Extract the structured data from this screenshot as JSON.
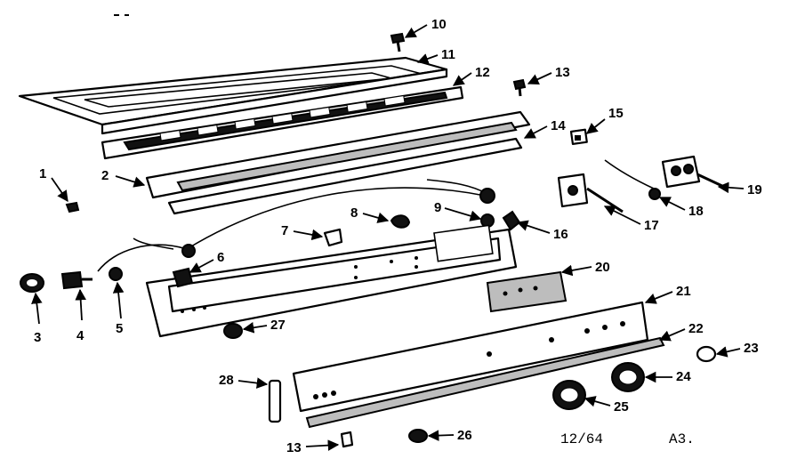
{
  "colors": {
    "line": "#000000",
    "fill_dark": "#111111",
    "fill_grey": "#bdbdbd",
    "background": "#ffffff"
  },
  "callouts": [
    "10",
    "11",
    "12",
    "13",
    "14",
    "15",
    "2",
    "1",
    "8",
    "9",
    "7",
    "16",
    "17",
    "18",
    "19",
    "6",
    "20",
    "3",
    "4",
    "5",
    "21",
    "27",
    "22",
    "23",
    "28",
    "24",
    "25",
    "13",
    "26"
  ],
  "footer": {
    "date_code": "12/64",
    "page_code": "A3."
  }
}
